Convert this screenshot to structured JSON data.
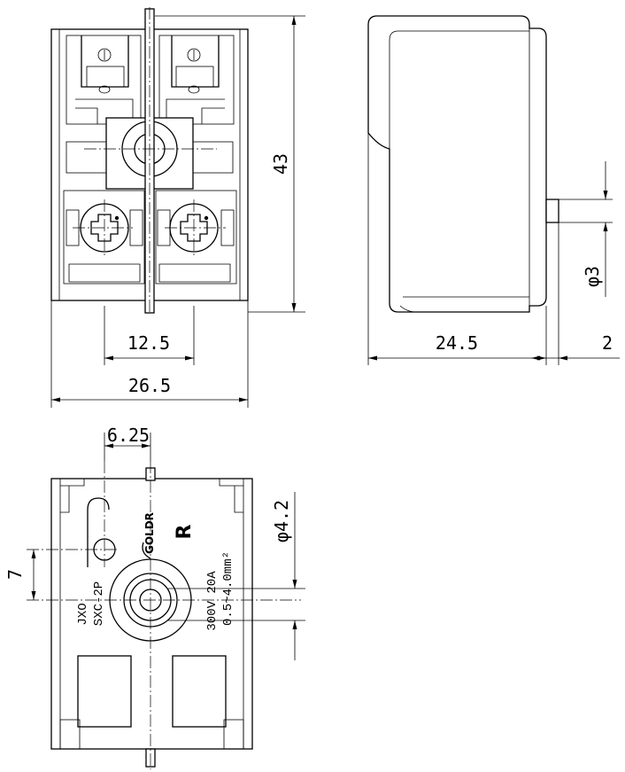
{
  "dimensions": {
    "height": "43",
    "width_total": "26.5",
    "terminal_pitch": "12.5",
    "depth": "24.5",
    "button_travel": "2",
    "button_diameter": "φ3",
    "mount_hole_offset": "6.25",
    "hole_spacing": "7",
    "hole_diameter": "φ4.2"
  },
  "marking": {
    "brand": "GOLDR",
    "cert_mark": "R",
    "model_line1": "JXO",
    "model_line2": "SXC-2P",
    "rating_line1": "300V 20A",
    "rating_line2": "0.5~4.0mm²"
  }
}
